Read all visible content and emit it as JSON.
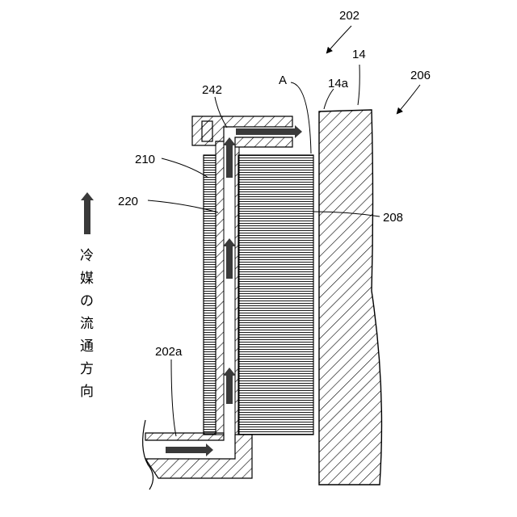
{
  "labels": {
    "ref_202": "202",
    "ref_14": "14",
    "ref_206": "206",
    "ref_A": "A",
    "ref_14a": "14a",
    "ref_242": "242",
    "ref_210": "210",
    "ref_220": "220",
    "ref_208": "208",
    "ref_202a": "202a"
  },
  "legend": {
    "chars": [
      "冷",
      "媒",
      "の",
      "流",
      "通",
      "方",
      "向"
    ],
    "arrow_icon": "up-arrow-icon"
  },
  "colors": {
    "line": "#000000",
    "arrow": "#3a3a3a",
    "background": "#ffffff"
  }
}
